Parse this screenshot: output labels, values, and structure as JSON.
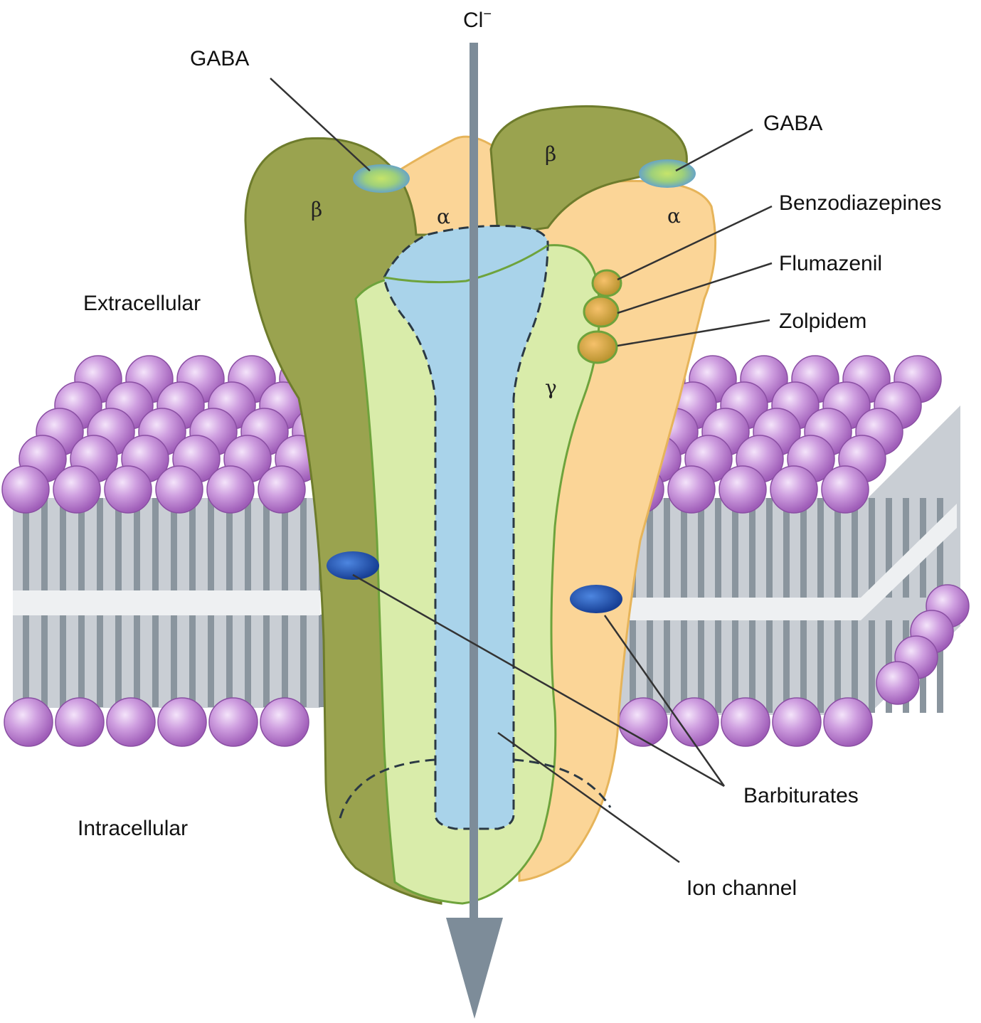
{
  "labels": {
    "ion": "Cl",
    "ion_charge": "−",
    "gaba_left": "GABA",
    "gaba_right": "GABA",
    "benzodiazepines": "Benzodiazepines",
    "flumazenil": "Flumazenil",
    "zolpidem": "Zolpidem",
    "extracellular": "Extracellular",
    "intracellular": "Intracellular",
    "barbiturates": "Barbiturates",
    "ion_channel": "Ion channel"
  },
  "subunits": {
    "beta_left": "β",
    "alpha_left": "α",
    "beta_right": "β",
    "alpha_right": "α",
    "gamma": "γ"
  },
  "colors": {
    "beta": "#9aa34f",
    "alpha": "#fbd597",
    "gamma": "#d9ecaa",
    "channel": "#a9d3ea",
    "lipid_head": "#c48cd6",
    "membrane": "#c8cdd3",
    "arrow": "#7d8c99",
    "site": "#2d62b8"
  }
}
